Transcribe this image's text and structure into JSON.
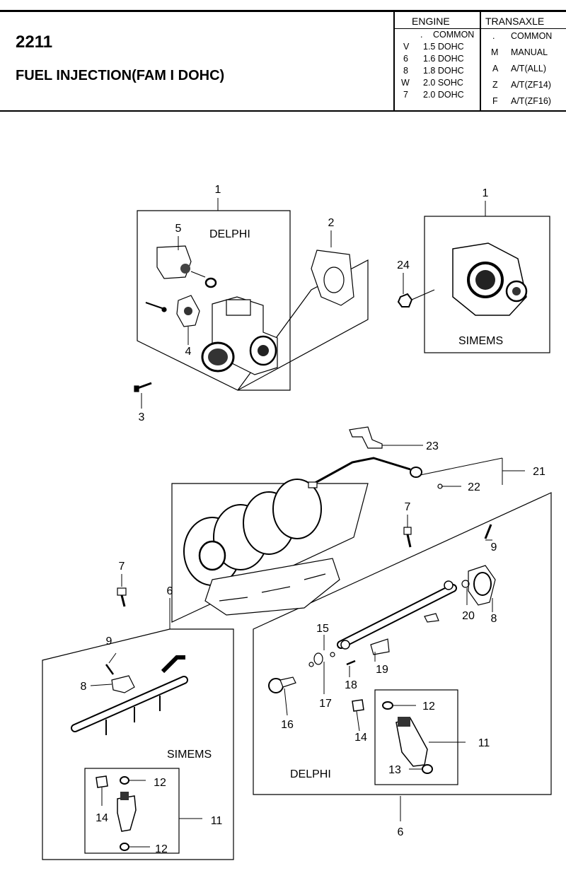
{
  "header": {
    "page_number": "2211",
    "title": "FUEL INJECTION(FAM I DOHC)",
    "engine_heading": "ENGINE",
    "transaxle_heading": "TRANSAXLE",
    "engine_options": [
      {
        "code": ".",
        "label": "COMMON"
      },
      {
        "code": "V",
        "label": "1.5 DOHC"
      },
      {
        "code": "6",
        "label": "1.6 DOHC"
      },
      {
        "code": "8",
        "label": "1.8 DOHC"
      },
      {
        "code": "W",
        "label": "2.0 SOHC"
      },
      {
        "code": "7",
        "label": "2.0 DOHC"
      }
    ],
    "transaxle_options": [
      {
        "code": ".",
        "label": "COMMON"
      },
      {
        "code": "M",
        "label": "MANUAL"
      },
      {
        "code": "A",
        "label": "A/T(ALL)"
      },
      {
        "code": "Z",
        "label": "A/T(ZF14)"
      },
      {
        "code": "F",
        "label": "A/T(ZF16)"
      }
    ]
  },
  "diagram": {
    "group_labels": {
      "delphi_throttle": "DELPHI",
      "simems_throttle": "SIMEMS",
      "simems_rail": "SIMEMS",
      "delphi_rail": "DELPHI"
    },
    "callouts": {
      "c1a": "1",
      "c1b": "1",
      "c2": "2",
      "c3": "3",
      "c4": "4",
      "c5": "5",
      "c24": "24",
      "c23": "23",
      "c21": "21",
      "c22": "22",
      "c7a": "7",
      "c7b": "7",
      "c6a": "6",
      "c6b": "6",
      "c9a": "9",
      "c9b": "9",
      "c8a": "8",
      "c8b": "8",
      "c20": "20",
      "c15": "15",
      "c16": "16",
      "c17": "17",
      "c18": "18",
      "c19": "19",
      "c12a": "12",
      "c12b": "12",
      "c12c": "12",
      "c14a": "14",
      "c14b": "14",
      "c11a": "11",
      "c11b": "11",
      "c13": "13"
    }
  }
}
